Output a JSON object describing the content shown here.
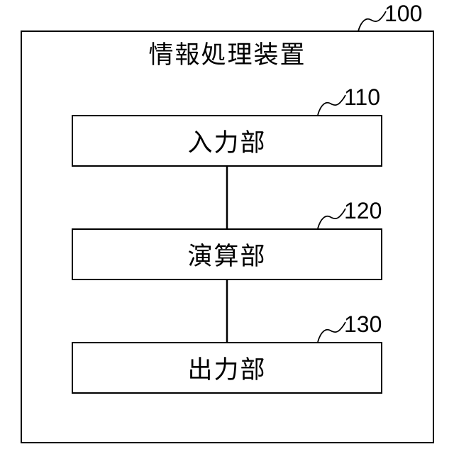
{
  "figure": {
    "title": "情報処理装置",
    "device_ref": "100",
    "blocks": [
      {
        "name": "入力部",
        "ref": "110"
      },
      {
        "name": "演算部",
        "ref": "120"
      },
      {
        "name": "出力部",
        "ref": "130"
      }
    ]
  }
}
